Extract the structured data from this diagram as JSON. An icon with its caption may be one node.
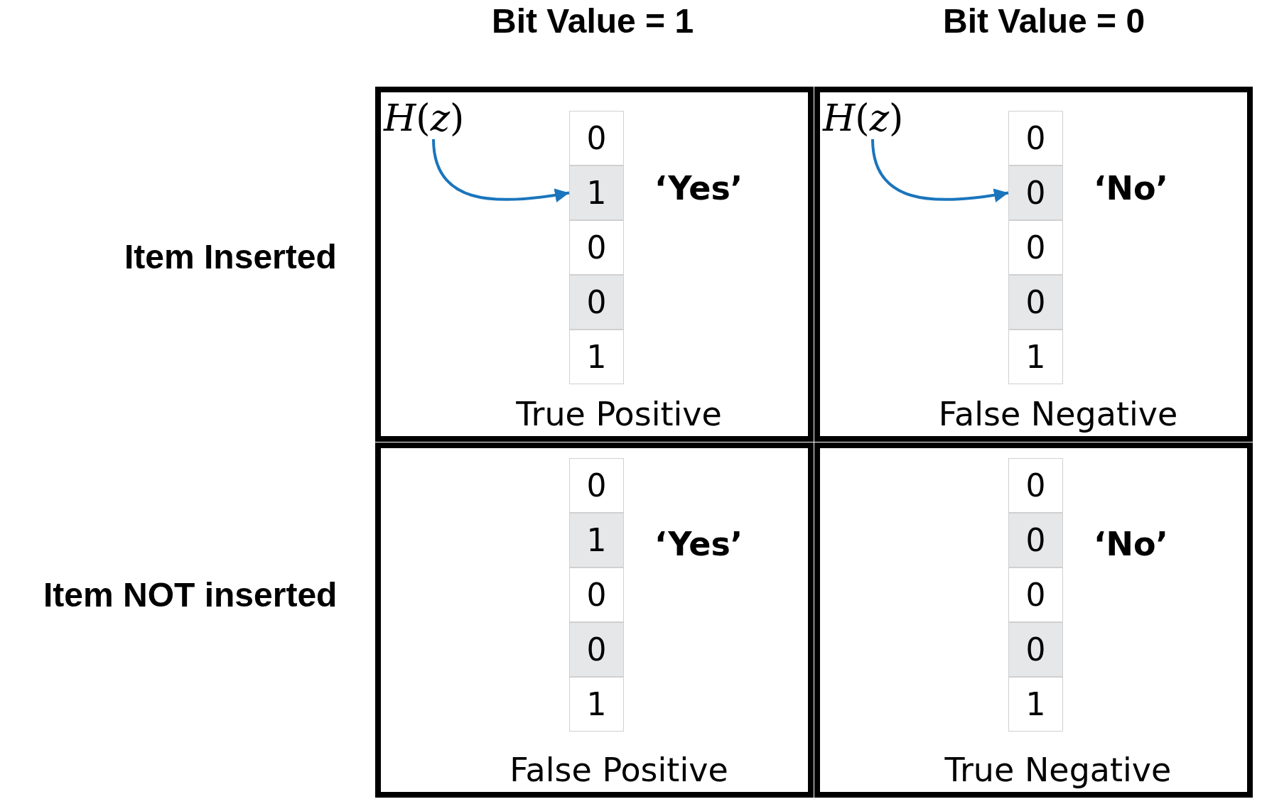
{
  "diagram": {
    "nodes": [
      {
        "text": [
          "‘Yes’",
          "True Positive"
        ]
      },
      {
        "text": [
          "*H*(*z*)"
        ],
        "in": 0
      },
      {
        "text": [
          "0"
        ],
        "in": 0
      },
      {
        "text": [
          "1"
        ],
        "in": 0
      },
      {
        "text": [
          "0"
        ],
        "in": 0
      },
      {
        "text": [
          "0"
        ],
        "in": 0
      },
      {
        "text": [
          "1"
        ],
        "in": 0
      },
      {
        "text": [
          "‘No’",
          "False Negative"
        ]
      },
      {
        "text": [
          "*H*(*z*)"
        ],
        "in": 7
      },
      {
        "text": [
          "0"
        ],
        "in": 7
      },
      {
        "text": [
          "0"
        ],
        "in": 7
      },
      {
        "text": [
          "0"
        ],
        "in": 7
      },
      {
        "text": [
          "0"
        ],
        "in": 7
      },
      {
        "text": [
          "1"
        ],
        "in": 7
      },
      {
        "text": [
          "‘Yes’",
          "False Positive"
        ]
      },
      {
        "text": [
          "0"
        ],
        "in": 14
      },
      {
        "text": [
          "1"
        ],
        "in": 14
      },
      {
        "text": [
          "0"
        ],
        "in": 14
      },
      {
        "text": [
          "0"
        ],
        "in": 14
      },
      {
        "text": [
          "1"
        ],
        "in": 14
      },
      {
        "text": [
          "‘No’",
          "True Negative"
        ]
      },
      {
        "text": [
          "0"
        ],
        "in": 20
      },
      {
        "text": [
          "0"
        ],
        "in": 20
      },
      {
        "text": [
          "0"
        ],
        "in": 20
      },
      {
        "text": [
          "0"
        ],
        "in": 20
      },
      {
        "text": [
          "1"
        ],
        "in": 20
      }
    ],
    "edges": [
      {
        "from": 1,
        "to": 3,
        "arrow": "to"
      },
      {
        "from": 8,
        "to": 10,
        "arrow": "to"
      }
    ],
    "labels": [
      "Bit Value = 1",
      "Bit Value = 0",
      "Item Inserted",
      "Item NOT inserted"
    ]
  }
}
